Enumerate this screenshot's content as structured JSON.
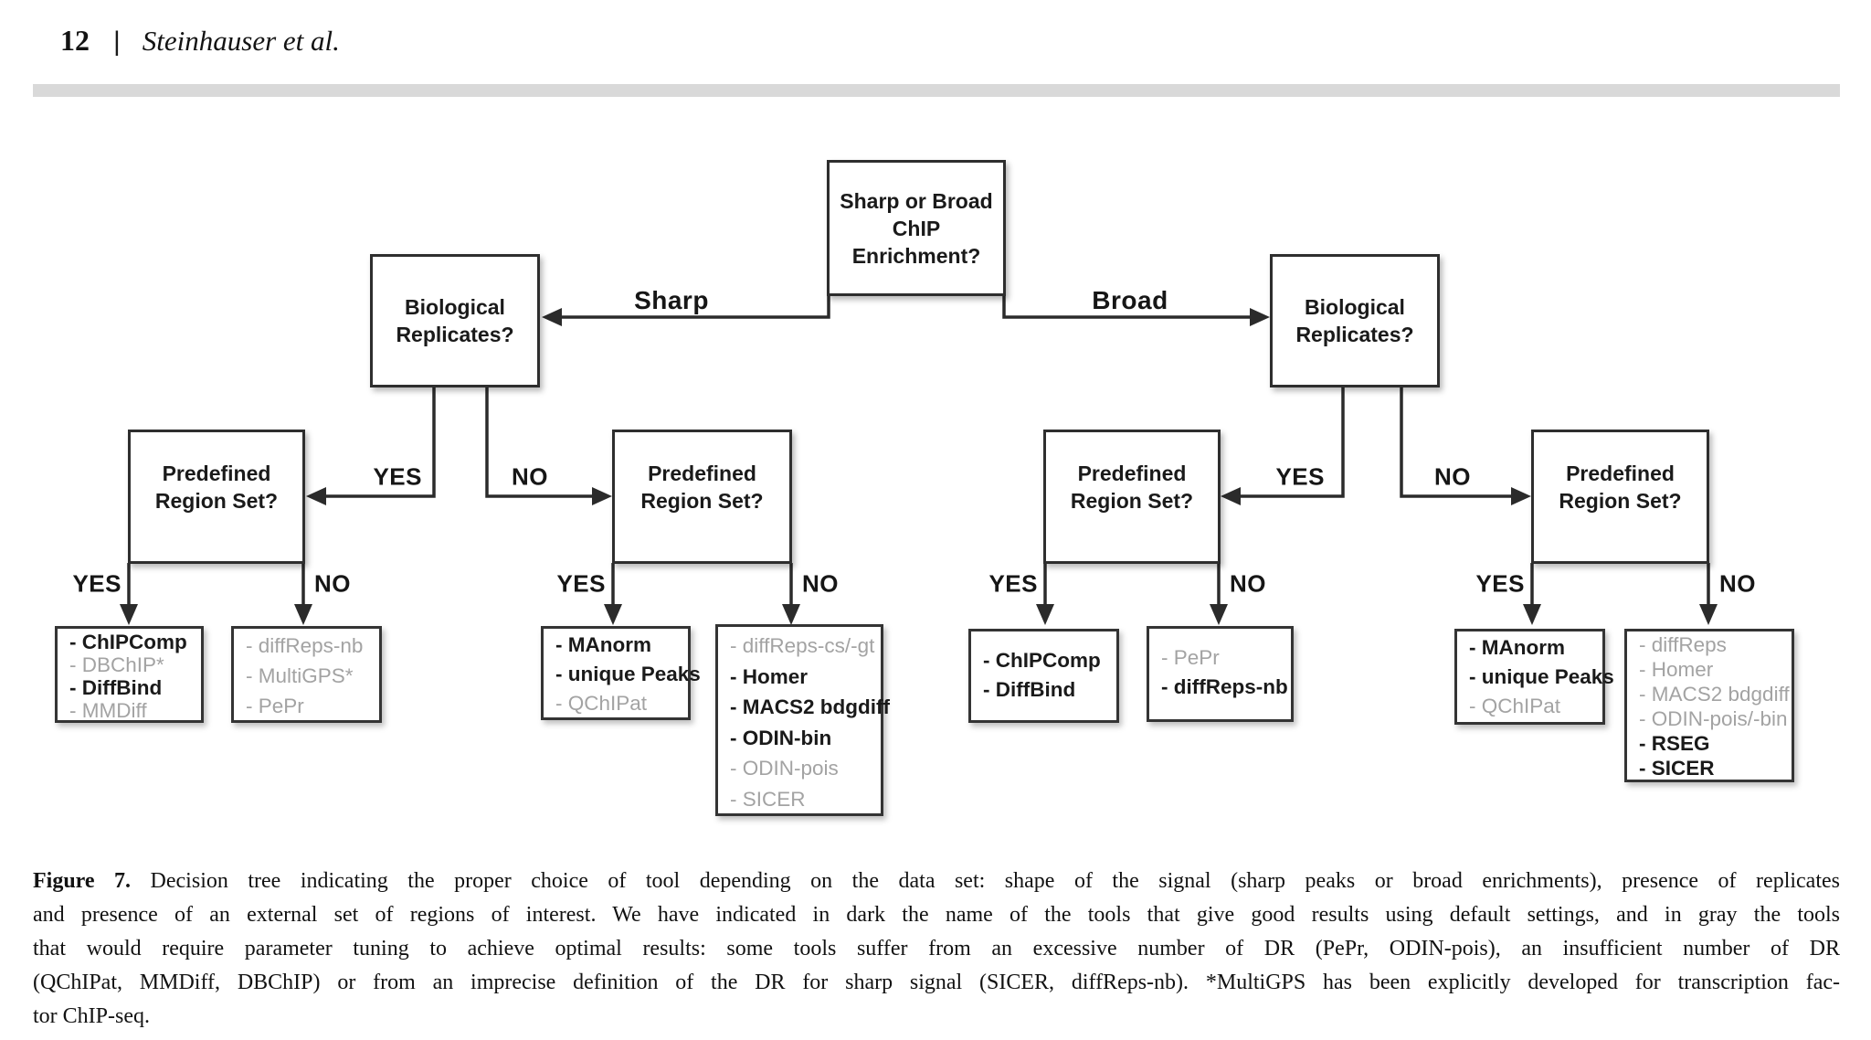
{
  "page": {
    "number": "12",
    "separator": "|",
    "running_head": "Steinhauser et al."
  },
  "diagram": {
    "nodes": {
      "root": {
        "line1": "Sharp or Broad",
        "line2": "ChIP Enrichment?"
      },
      "replicates": {
        "line1": "Biological",
        "line2": "Replicates?"
      },
      "region_set": {
        "line1": "Predefined",
        "line2": "Region Set?"
      }
    },
    "edge_labels": {
      "sharp": "Sharp",
      "broad": "Broad",
      "yes": "YES",
      "no": "NO"
    },
    "leaves": {
      "sharp_rep_yes_region_yes": [
        {
          "label": "- ChIPComp",
          "tone": "dark"
        },
        {
          "label": "- DBChIP*",
          "tone": "gray"
        },
        {
          "label": "- DiffBind",
          "tone": "dark"
        },
        {
          "label": "- MMDiff",
          "tone": "gray"
        }
      ],
      "sharp_rep_yes_region_no": [
        {
          "label": "- diffReps-nb",
          "tone": "gray"
        },
        {
          "label": "- MultiGPS*",
          "tone": "gray"
        },
        {
          "label": "- PePr",
          "tone": "gray"
        }
      ],
      "sharp_rep_no_region_yes": [
        {
          "label": "- MAnorm",
          "tone": "dark"
        },
        {
          "label": "- unique Peaks",
          "tone": "dark"
        },
        {
          "label": "- QChIPat",
          "tone": "gray"
        }
      ],
      "sharp_rep_no_region_no": [
        {
          "label": "- diffReps-cs/-gt",
          "tone": "gray"
        },
        {
          "label": "- Homer",
          "tone": "dark"
        },
        {
          "label": "- MACS2 bdgdiff",
          "tone": "dark"
        },
        {
          "label": "- ODIN-bin",
          "tone": "dark"
        },
        {
          "label": "- ODIN-pois",
          "tone": "gray"
        },
        {
          "label": "- SICER",
          "tone": "gray"
        }
      ],
      "broad_rep_yes_region_yes": [
        {
          "label": "- ChIPComp",
          "tone": "dark"
        },
        {
          "label": "- DiffBind",
          "tone": "dark"
        }
      ],
      "broad_rep_yes_region_no": [
        {
          "label": "- PePr",
          "tone": "gray"
        },
        {
          "label": "- diffReps-nb",
          "tone": "dark"
        }
      ],
      "broad_rep_no_region_yes": [
        {
          "label": "- MAnorm",
          "tone": "dark"
        },
        {
          "label": "- unique Peaks",
          "tone": "dark"
        },
        {
          "label": "- QChIPat",
          "tone": "gray"
        }
      ],
      "broad_rep_no_region_no": [
        {
          "label": "- diffReps",
          "tone": "gray"
        },
        {
          "label": "- Homer",
          "tone": "gray"
        },
        {
          "label": "- MACS2 bdgdiff",
          "tone": "gray"
        },
        {
          "label": "- ODIN-pois/-bin",
          "tone": "gray"
        },
        {
          "label": "- RSEG",
          "tone": "dark"
        },
        {
          "label": "- SICER",
          "tone": "dark"
        }
      ]
    }
  },
  "caption": {
    "label": "Figure 7.",
    "line1_rest": "Decision tree indicating the proper choice of tool depending on the data set: shape of the signal (sharp peaks or broad enrichments), presence of replicates",
    "line2": "and presence of an external set of regions of interest. We have indicated in dark the name of the tools that give good results using default settings, and in gray the tools",
    "line3": "that would require parameter tuning to achieve optimal results: some tools suffer from an excessive number of DR (PePr, ODIN-pois), an insufficient number of DR",
    "line4": "(QChIPat, MMDiff, DBChIP) or from an imprecise definition of the DR for sharp signal (SICER, diffReps-nb). *MultiGPS has been explicitly developed for transcription fac-",
    "line5": "tor ChIP-seq."
  },
  "colors": {
    "dark_text": "#1a1a1a",
    "gray_text": "#a3a3a3",
    "rule_bar": "#d9d9d9",
    "box_border": "#2e2e2e"
  }
}
